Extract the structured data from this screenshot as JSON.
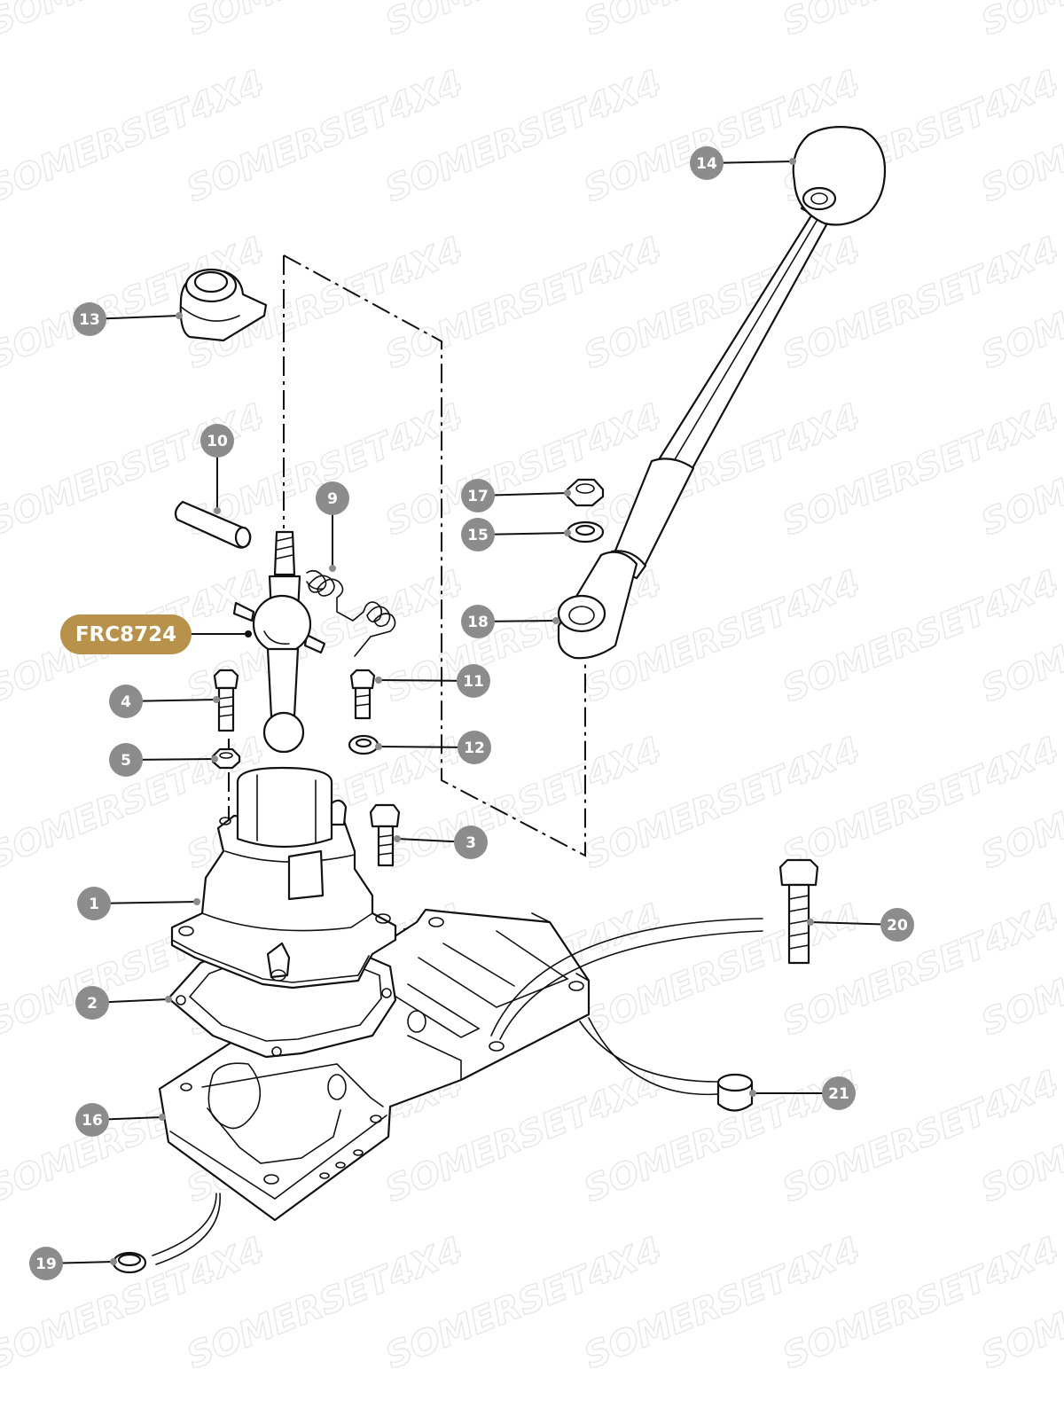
{
  "watermark": "SOMERSET4X4",
  "highlight_part": {
    "label": "FRC8724",
    "color": "#b8924a"
  },
  "callouts": [
    "1",
    "2",
    "3",
    "4",
    "5",
    "9",
    "10",
    "11",
    "12",
    "13",
    "14",
    "15",
    "16",
    "17",
    "18",
    "19",
    "20",
    "21"
  ],
  "colors": {
    "callout_badge": "#8c8c8c",
    "line_art": "#111111",
    "watermark": "#e7e7e7"
  }
}
